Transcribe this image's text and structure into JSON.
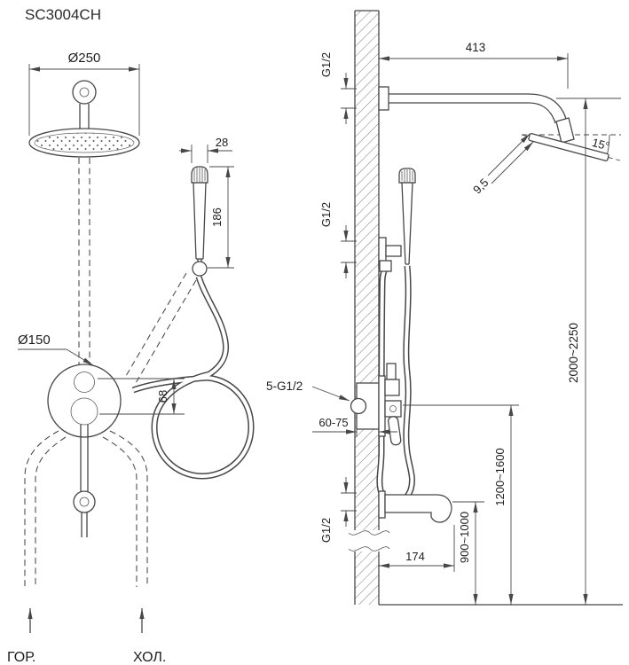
{
  "title": "SC3004CH",
  "front_view": {
    "head_diameter": "Ø250",
    "handshower_width": "28",
    "handshower_length": "186",
    "plate_diameter": "Ø150",
    "outlet_offset": "68",
    "hot_label": "ГОР.",
    "cold_label": "ХОЛ."
  },
  "side_view": {
    "arm_length": "413",
    "head_angle": "15°",
    "head_thickness": "9,5",
    "thread_arm": "G1/2",
    "thread_handshower": "G1/2",
    "thread_spout": "G1/2",
    "valve_threads": "5-G1/2",
    "valve_depth": "60-75",
    "spout_length": "174",
    "spout_height": "900~1000",
    "valve_height": "1200~1600",
    "overall_height": "2000~2250"
  }
}
